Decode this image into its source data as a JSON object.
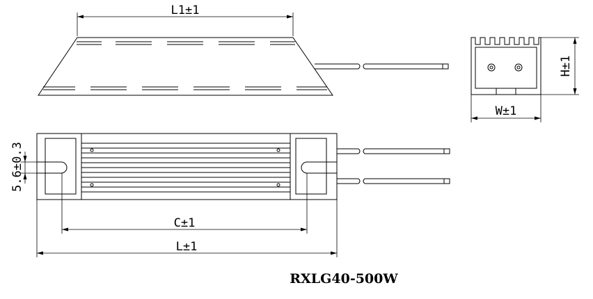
{
  "model": "RXLG40-500W",
  "dimensions": {
    "l1": "L1±1",
    "h": "H±1",
    "w": "W±1",
    "slot": "5.6±0.3",
    "c": "C±1",
    "l": "L±1"
  }
}
